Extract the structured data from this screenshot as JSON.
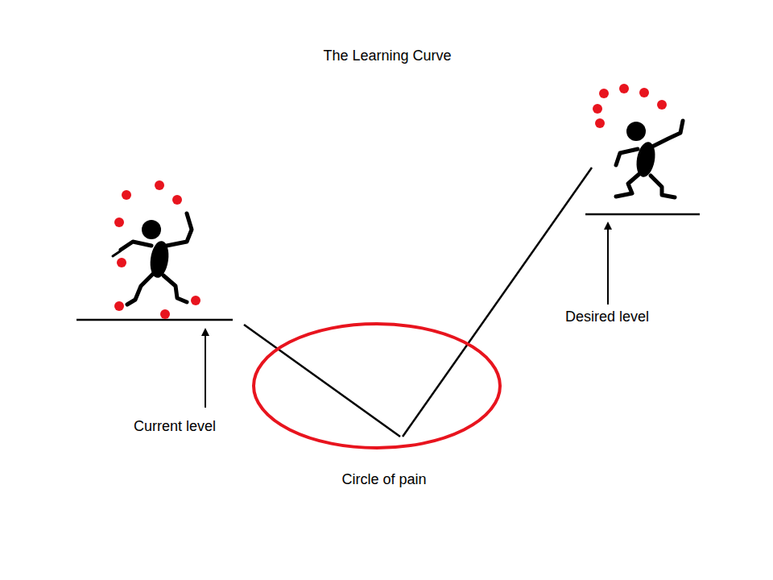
{
  "diagram": {
    "title": "The Learning Curve",
    "labels": [
      "Current level",
      "Circle of pain",
      "Desired level"
    ]
  }
}
